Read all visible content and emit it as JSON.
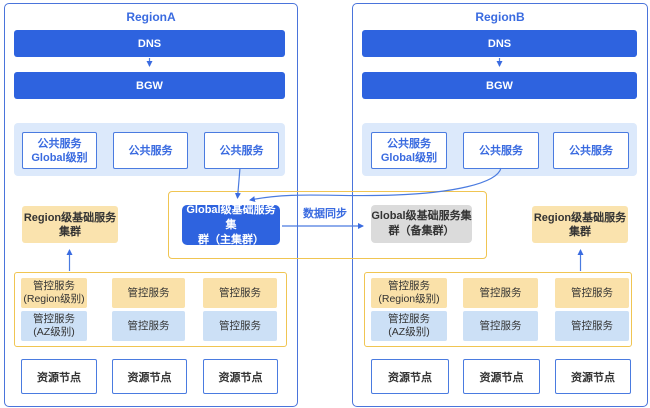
{
  "colors": {
    "primary_blue": "#2e63df",
    "region_border_blue": "#4a74db",
    "box_border_blue": "#4a7be0",
    "text_blue": "#3a6be0",
    "arrow_blue": "#3a6be0",
    "light_blue_panel": "#dce9fb",
    "light_blue_box": "#cce0f6",
    "yellow_box_fill": "#fae3ae",
    "yellow_border": "#f0c552",
    "gray_box_fill": "#dbdbdb",
    "text_dark": "#333333"
  },
  "regions": [
    {
      "title": "RegionA",
      "dns": "DNS",
      "bgw": "BGW",
      "public_services": {
        "first_line1": "公共服务",
        "first_line2": "Global级别",
        "second": "公共服务",
        "third": "公共服务"
      },
      "region_cluster": {
        "line1": "Region级基础服务",
        "line2": "集群"
      },
      "mgmt": {
        "r1c1_line1": "管控服务",
        "r1c1_line2": "(Region级别)",
        "r1c2": "管控服务",
        "r1c3": "管控服务",
        "r2c1_line1": "管控服务",
        "r2c1_line2": "(AZ级别)",
        "r2c2": "管控服务",
        "r2c3": "管控服务"
      },
      "resources": {
        "n1": "资源节点",
        "n2": "资源节点",
        "n3": "资源节点"
      }
    },
    {
      "title": "RegionB",
      "dns": "DNS",
      "bgw": "BGW",
      "public_services": {
        "first_line1": "公共服务",
        "first_line2": "Global级别",
        "second": "公共服务",
        "third": "公共服务"
      },
      "region_cluster": {
        "line1": "Region级基础服务",
        "line2": "集群"
      },
      "mgmt": {
        "r1c1_line1": "管控服务",
        "r1c1_line2": "(Region级别)",
        "r1c2": "管控服务",
        "r1c3": "管控服务",
        "r2c1_line1": "管控服务",
        "r2c1_line2": "(AZ级别)",
        "r2c2": "管控服务",
        "r2c3": "管控服务"
      },
      "resources": {
        "n1": "资源节点",
        "n2": "资源节点",
        "n3": "资源节点"
      }
    }
  ],
  "global_cluster": {
    "primary_line1": "Global级基础服务集",
    "primary_line2": "群（主集群）",
    "standby_line1": "Global级基础服务集",
    "standby_line2": "群（备集群）",
    "sync_label": "数据同步"
  }
}
